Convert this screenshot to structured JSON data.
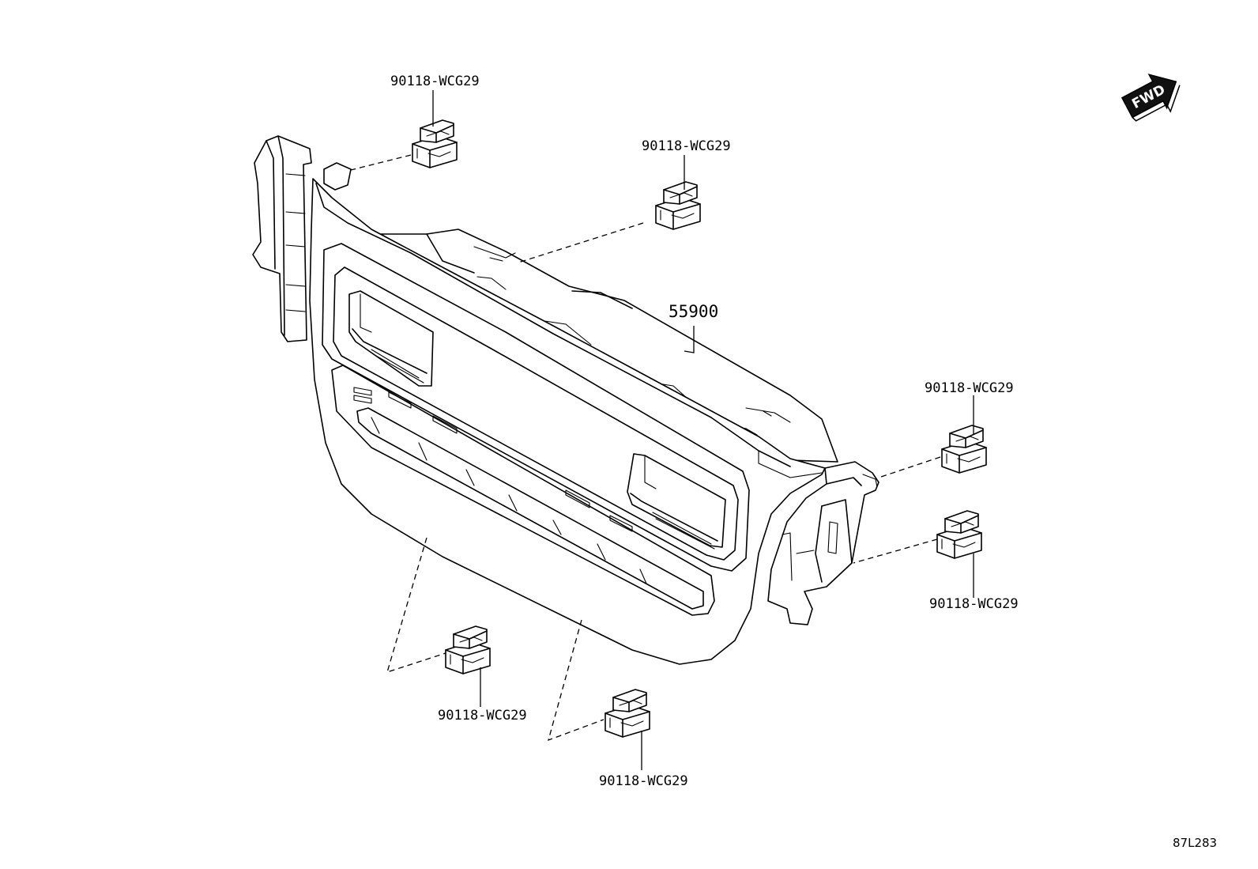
{
  "diagram": {
    "main_part": {
      "number": "55900"
    },
    "clips": [
      {
        "id": "clip-top-left",
        "number": "90118-WCG29"
      },
      {
        "id": "clip-top-center",
        "number": "90118-WCG29"
      },
      {
        "id": "clip-right-upper",
        "number": "90118-WCG29"
      },
      {
        "id": "clip-right-lower",
        "number": "90118-WCG29"
      },
      {
        "id": "clip-bottom-left",
        "number": "90118-WCG29"
      },
      {
        "id": "clip-bottom-center",
        "number": "90118-WCG29"
      }
    ],
    "direction_marker": {
      "text": "FWD"
    },
    "figure_id": "87L283"
  }
}
